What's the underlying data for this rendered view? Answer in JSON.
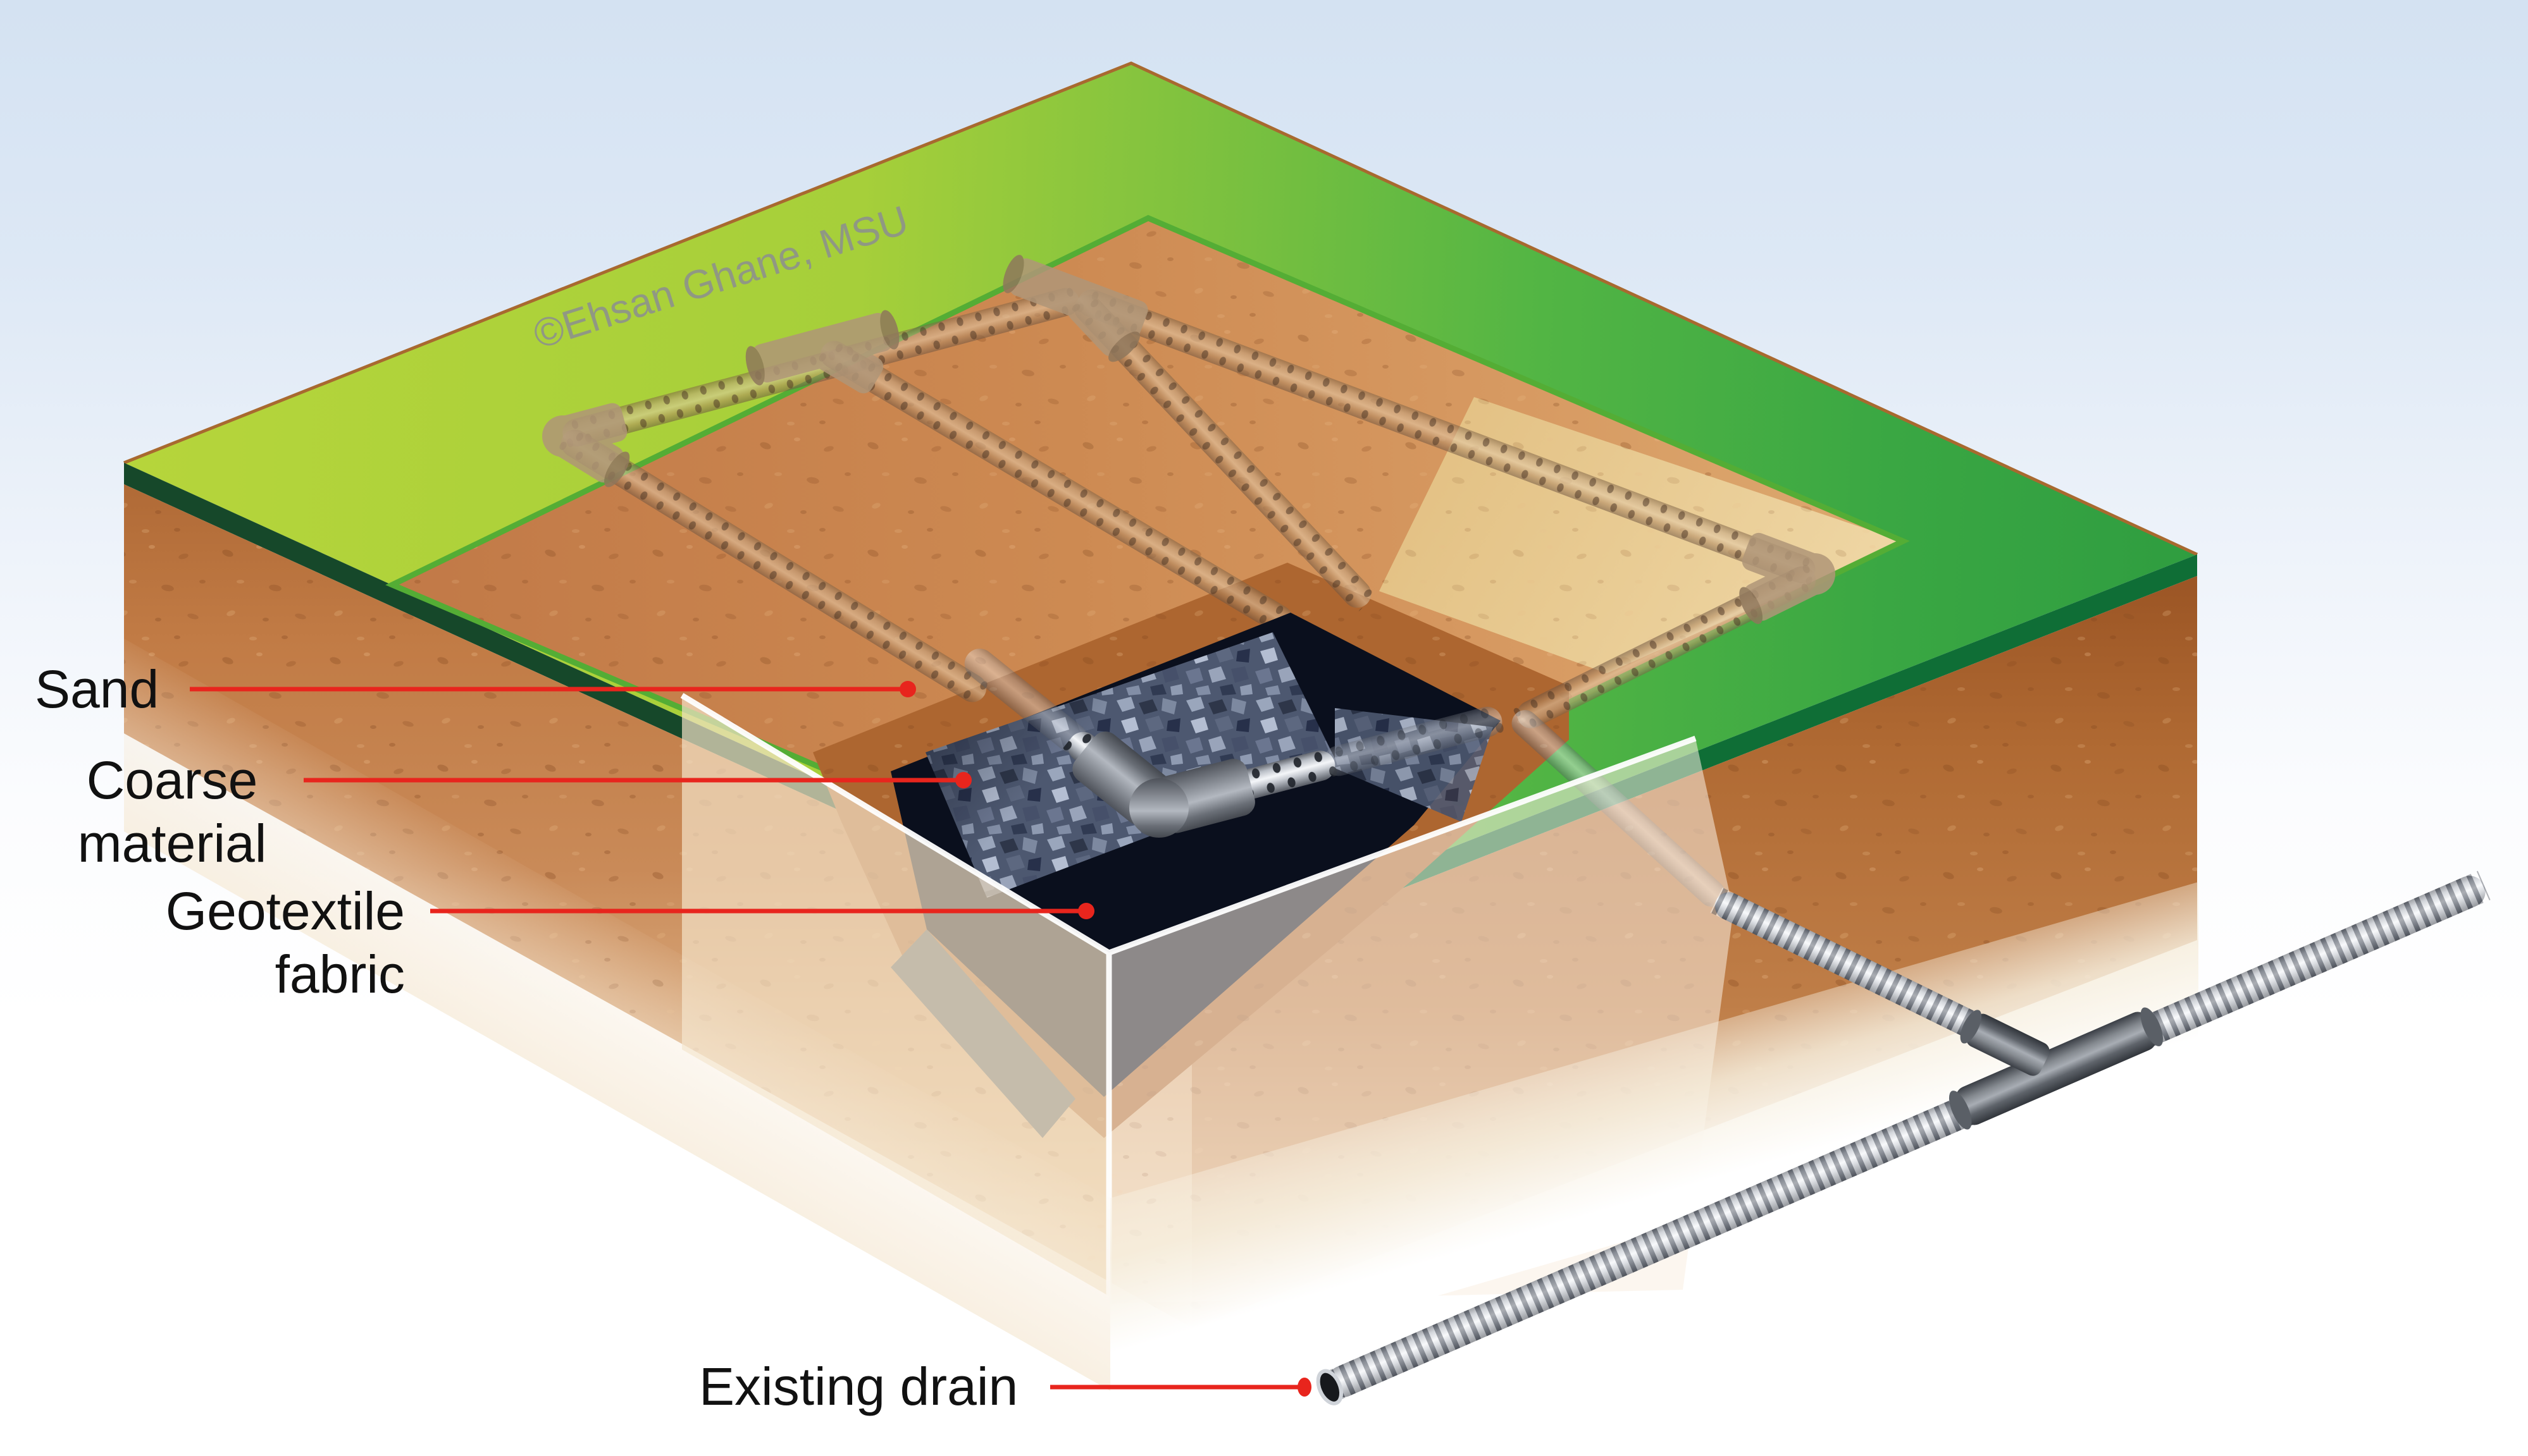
{
  "figure": {
    "watermark": "©Ehsan Ghane, MSU",
    "labels": {
      "sand": "Sand",
      "coarse_line1": "Coarse",
      "coarse_line2": "material",
      "geotextile_line1": "Geotextile",
      "geotextile_line2": "fabric",
      "existing_drain": "Existing drain"
    },
    "colors": {
      "leader_red": "#e8251d",
      "grass_light": "#b6d53b",
      "grass_dark": "#2f9d40",
      "topsoil_orange": "#c17b45",
      "sand_backfill_tan": "#e9cd96",
      "coarse_material_gray": "#55607a",
      "geotextile_black": "#0a0f1d",
      "pipe_silver": "#c9cdd4",
      "label_text": "#111111",
      "watermark_gray": "#8e948a",
      "sky_blue": "#d4e2f2"
    },
    "parts": [
      "grass-surface",
      "topsoil-block",
      "buried-pipe-loop",
      "excavation-pit",
      "sand-backfill",
      "coarse-material-fill",
      "geotextile-lining",
      "perforated-pipe-elbow",
      "outlet-pipe",
      "tee-fitting",
      "existing-drain-pipe"
    ]
  }
}
